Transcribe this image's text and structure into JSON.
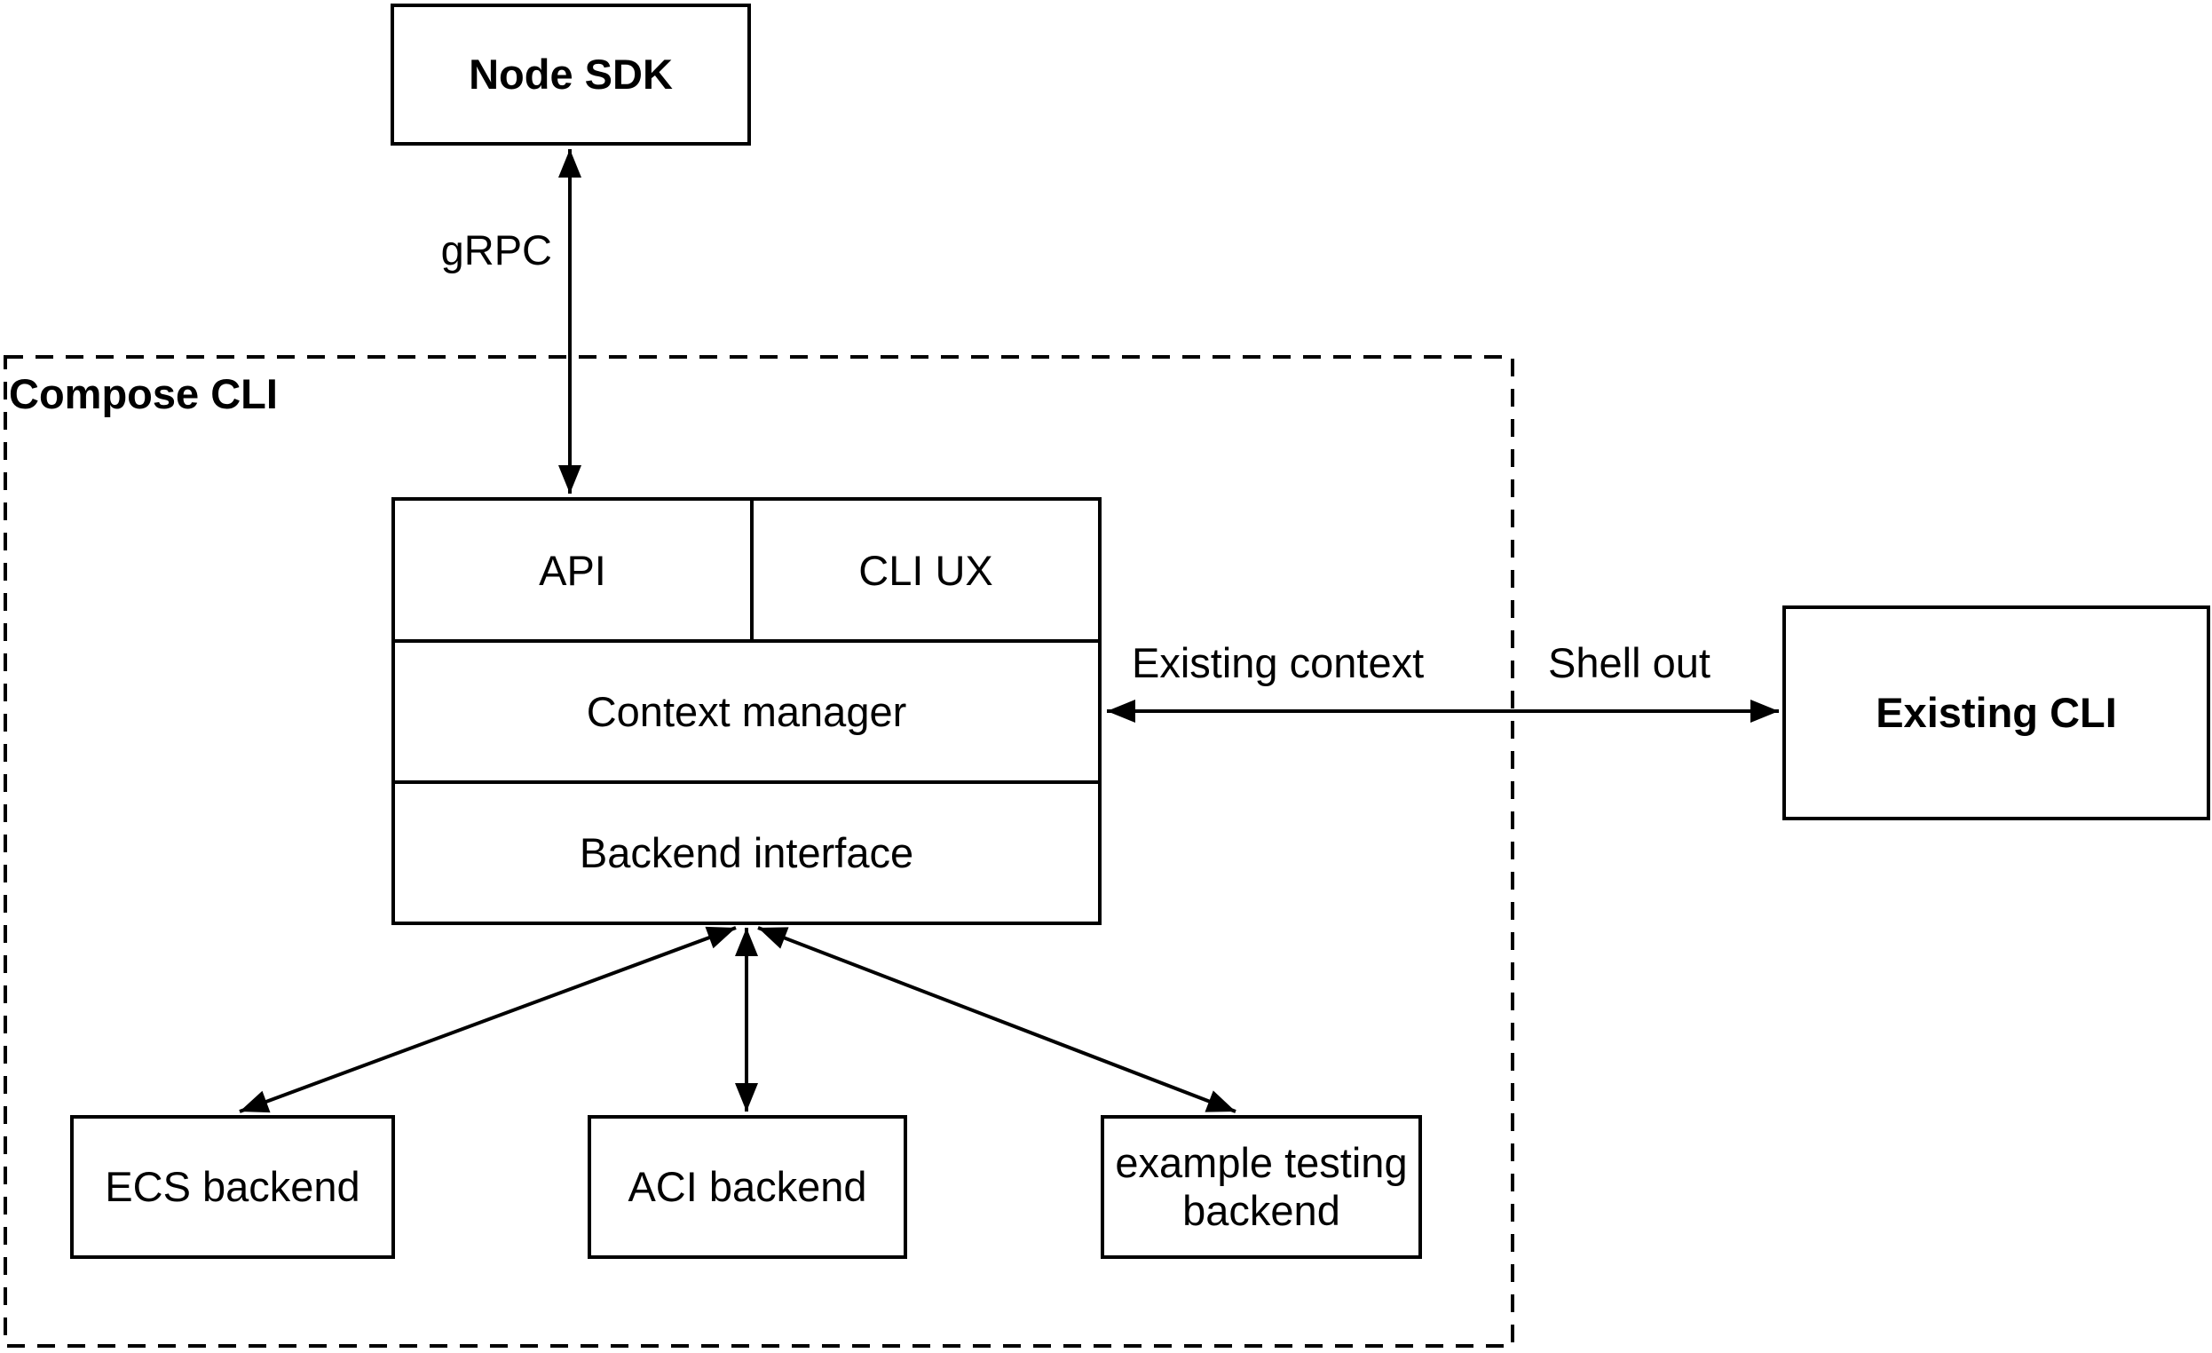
{
  "group": {
    "label": "Compose CLI"
  },
  "nodes": {
    "node_sdk": "Node SDK",
    "api": "API",
    "cli_ux": "CLI UX",
    "context_manager": "Context manager",
    "backend_interface": "Backend interface",
    "existing_cli": "Existing CLI",
    "ecs_backend": "ECS backend",
    "aci_backend": "ACI backend",
    "example_testing_backend": "example testing backend"
  },
  "edges": {
    "grpc_label": "gRPC",
    "existing_context_label": "Existing context",
    "shell_out_label": "Shell out"
  },
  "colors": {
    "stroke": "#000000",
    "background": "#ffffff"
  }
}
